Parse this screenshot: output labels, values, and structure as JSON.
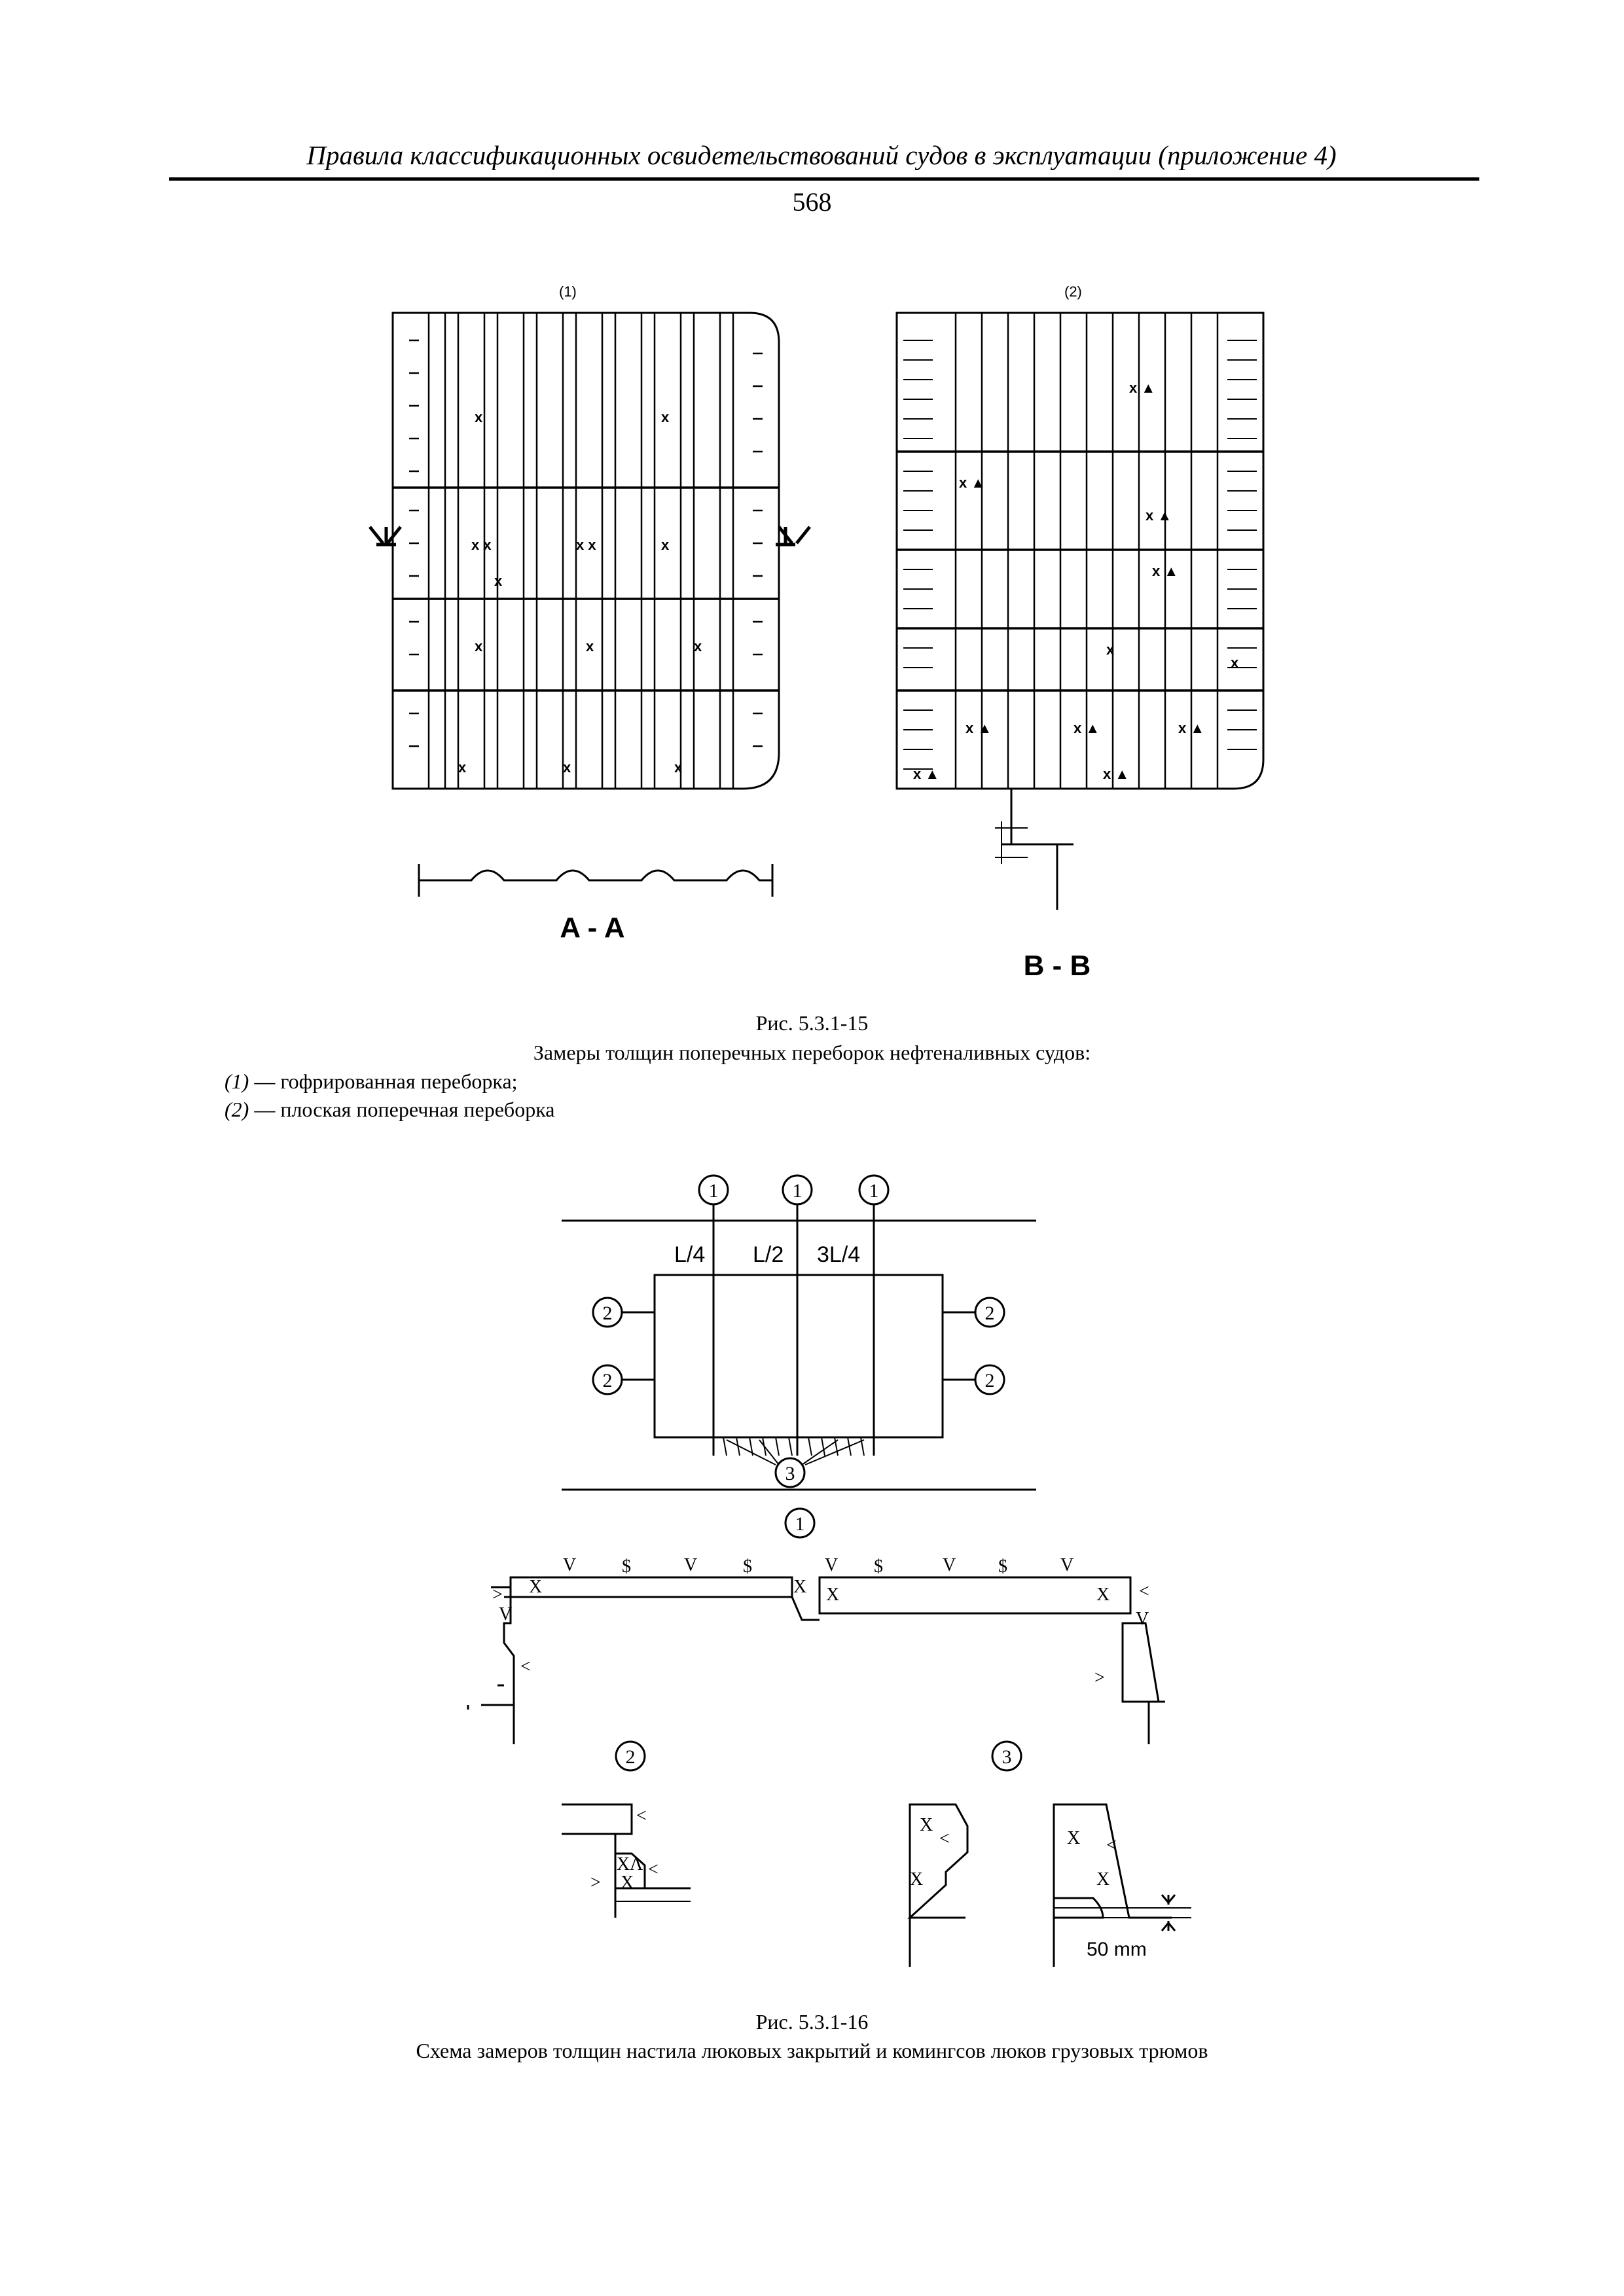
{
  "header": {
    "running_title": "Правила классификационных освидетельствований судов в эксплуатации (приложение 4)",
    "page_number": "568"
  },
  "figure15": {
    "panel_labels": [
      "(1)",
      "(2)"
    ],
    "section_labels": [
      "A - A",
      "B - B"
    ],
    "caption_number": "Рис. 5.3.1-15",
    "caption_title": "Замеры толщин поперечных переборок нефтеналивных судов:",
    "legend": [
      {
        "key": "(1)",
        "text": " — гофрированная переборка;"
      },
      {
        "key": "(2)",
        "text": " — плоская поперечная переборка"
      }
    ]
  },
  "figure16": {
    "station_labels": [
      "L/4",
      "L/2",
      "3L/4"
    ],
    "circled_labels": [
      "1",
      "2",
      "3"
    ],
    "mark_symbols": {
      "v": "V",
      "s": "$",
      "x": "X",
      "lt": "<",
      "gt": ">",
      "caret": "Λ"
    },
    "dimension_label": "50 mm",
    "caption_number": "Рис. 5.3.1-16",
    "caption_title": "Схема замеров толщин настила люковых закрытий и комингсов люков грузовых трюмов"
  }
}
